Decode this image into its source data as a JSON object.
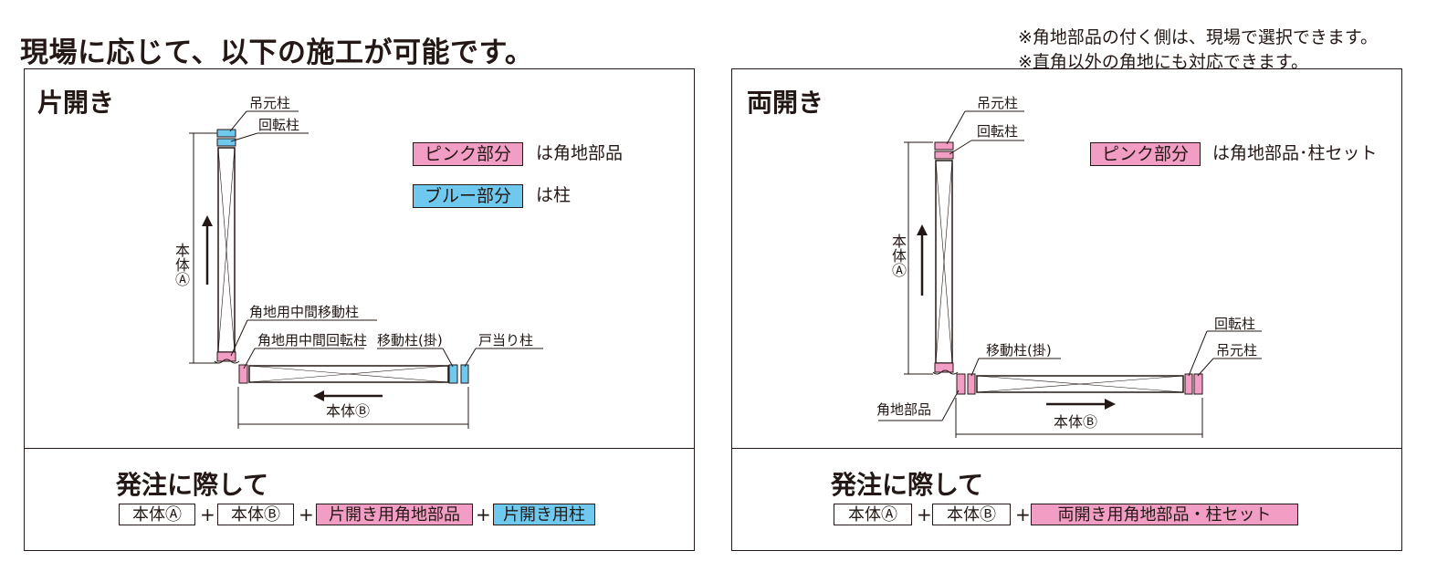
{
  "title": "現場に応じて、以下の施工が可能です。",
  "notes": [
    "※角地部品の付く側は、現場で選択できます。",
    "※直角以外の角地にも対応できます。"
  ],
  "colors": {
    "pink": "#f29ec4",
    "blue": "#6fc9ee",
    "ink": "#231815"
  },
  "left_panel": {
    "title": "片開き",
    "labels": {
      "hinge_post": "吊元柱",
      "pivot_post": "回転柱",
      "corner_mid_move_post": "角地用中間移動柱",
      "corner_mid_pivot_post": "角地用中間回転柱",
      "move_post": "移動柱(掛)",
      "stop_post": "戸当り柱",
      "body_a": "本体Ⓐ",
      "body_b": "本体Ⓑ"
    },
    "legend": [
      {
        "chip": "ピンク部分",
        "text": "は角地部品"
      },
      {
        "chip": "ブルー部分",
        "text": "は柱"
      }
    ],
    "order": {
      "heading": "発注に際して",
      "items": [
        "本体Ⓐ",
        "本体Ⓑ",
        "片開き用角地部品",
        "片開き用柱"
      ],
      "plus": "+"
    }
  },
  "right_panel": {
    "title": "両開き",
    "labels": {
      "hinge_post_top": "吊元柱",
      "pivot_post_top": "回転柱",
      "move_post": "移動柱(掛)",
      "pivot_post_right": "回転柱",
      "hinge_post_right": "吊元柱",
      "corner_part": "角地部品",
      "body_a": "本体Ⓐ",
      "body_b": "本体Ⓑ"
    },
    "legend": [
      {
        "chip": "ピンク部分",
        "text": "は角地部品･柱セット"
      }
    ],
    "order": {
      "heading": "発注に際して",
      "items": [
        "本体Ⓐ",
        "本体Ⓑ",
        "両開き用角地部品・柱セット"
      ],
      "plus": "+"
    }
  }
}
